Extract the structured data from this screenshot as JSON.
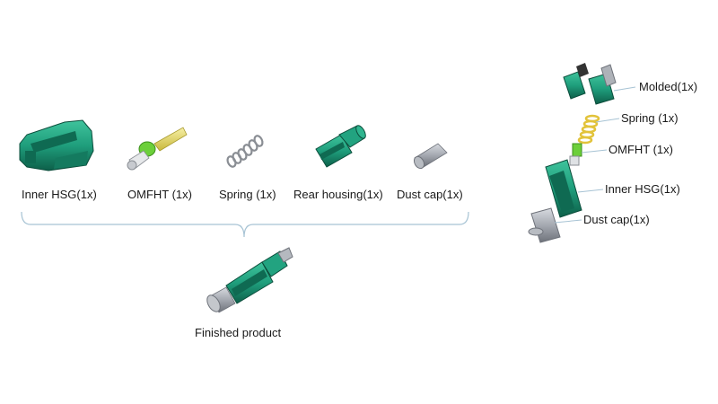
{
  "parts": [
    {
      "label": "Inner HSG(1x)",
      "icon": "inner-housing-icon"
    },
    {
      "label": "OMFHT (1x)",
      "icon": "ferrule-icon"
    },
    {
      "label": "Spring (1x)",
      "icon": "spring-icon"
    },
    {
      "label": "Rear housing(1x)",
      "icon": "rear-housing-icon"
    },
    {
      "label": "Dust cap(1x)",
      "icon": "dust-cap-icon"
    }
  ],
  "finished": {
    "label": "Finished product",
    "icon": "finished-connector-icon"
  },
  "exploded": [
    {
      "label": "Molded(1x)"
    },
    {
      "label": "Spring (1x)"
    },
    {
      "label": "OMFHT (1x)"
    },
    {
      "label": "Inner HSG(1x)"
    },
    {
      "label": "Dust cap(1x)"
    }
  ],
  "colors": {
    "teal": "#1f9e7c",
    "teal_dark": "#0f6a52",
    "green": "#6ccf3a",
    "yellow": "#e8dc6a",
    "gray": "#9a9ea6",
    "brace": "#a7c3d4"
  }
}
